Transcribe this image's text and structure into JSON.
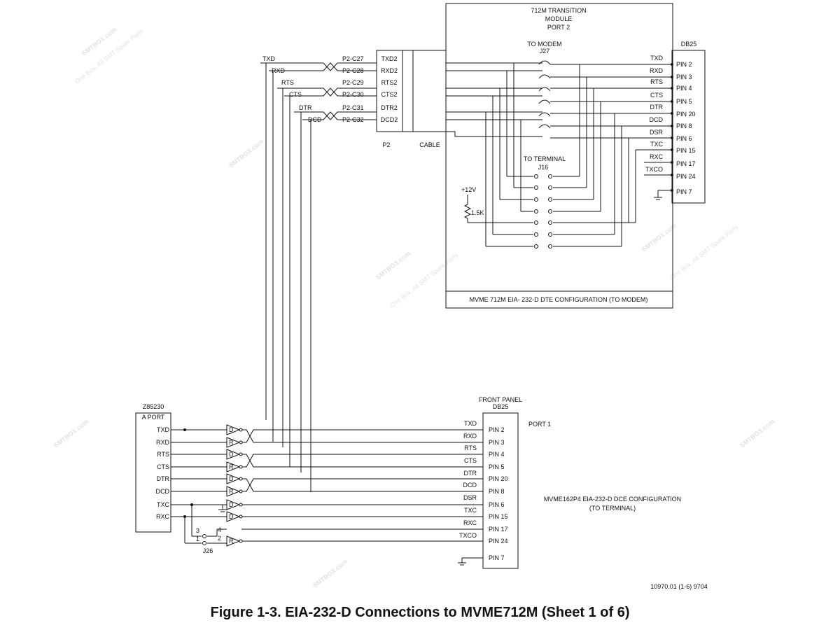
{
  "watermark": {
    "brand": "SMTBOX.com",
    "tagline": "One Box, All SMT Spare Parts"
  },
  "module": {
    "title_line1": "712M TRANSITION",
    "title_line2": "MODULE",
    "title_line3": "PORT 2",
    "to_modem": "TO MODEM",
    "j27": "J27",
    "to_terminal": "TO TERMINAL",
    "j16": "J16",
    "v12": "+12V",
    "r15k": "1.5K",
    "config_caption": "MVME 712M EIA- 232-D DTE CONFIGURATION (TO MODEM)"
  },
  "db25_top": {
    "title": "DB25",
    "signals": [
      "TXD",
      "RXD",
      "RTS",
      "CTS",
      "DTR",
      "DCD",
      "DSR",
      "TXC",
      "RXC",
      "TXCO"
    ],
    "pins": [
      "PIN 2",
      "PIN 3",
      "PIN 4",
      "PIN 5",
      "PIN 20",
      "PIN 8",
      "PIN 6",
      "PIN 15",
      "PIN 17",
      "PIN 24",
      "PIN 7"
    ]
  },
  "p2": {
    "left_signals": [
      "TXD",
      "RXD",
      "RTS",
      "CTS",
      "DTR",
      "DCD"
    ],
    "pins": [
      "P2-C27",
      "P2-C28",
      "P2-C29",
      "P2-C30",
      "P2-C31",
      "P2-C32"
    ],
    "box_signals": [
      "TXD2",
      "RXD2",
      "RTS2",
      "CTS2",
      "DTR2",
      "DCD2"
    ],
    "p2_label": "P2",
    "cable_label": "CABLE"
  },
  "zport": {
    "chip": "Z85230",
    "title": "A PORT",
    "signals": [
      "TXD",
      "RXD",
      "RTS",
      "CTS",
      "DTR",
      "DCD",
      "TXC",
      "RXC"
    ],
    "j26": "J26",
    "jumper_pins": [
      "3",
      "1",
      "4",
      "2"
    ]
  },
  "drivers": [
    "D",
    "R",
    "D",
    "R",
    "D",
    "R",
    "D",
    "D",
    "R"
  ],
  "front_panel": {
    "title_line1": "FRONT PANEL",
    "title_line2": "DB25",
    "port": "PORT 1",
    "signals": [
      "TXD",
      "RXD",
      "RTS",
      "CTS",
      "DTR",
      "DCD",
      "DSR",
      "TXC",
      "RXC",
      "TXCO"
    ],
    "pins": [
      "PIN 2",
      "PIN 3",
      "PIN 4",
      "PIN 5",
      "PIN 20",
      "PIN 8",
      "PIN 6",
      "PIN 15",
      "PIN 17",
      "PIN 24",
      "PIN 7"
    ],
    "config_line1": "MVME162P4 EIA-232-D DCE CONFIGURATION",
    "config_line2": "(TO TERMINAL)"
  },
  "doc_number": "10970.01 (1-6) 9704",
  "caption": "Figure 1-3.  EIA-232-D Connections to MVME712M (Sheet 1 of 6)"
}
